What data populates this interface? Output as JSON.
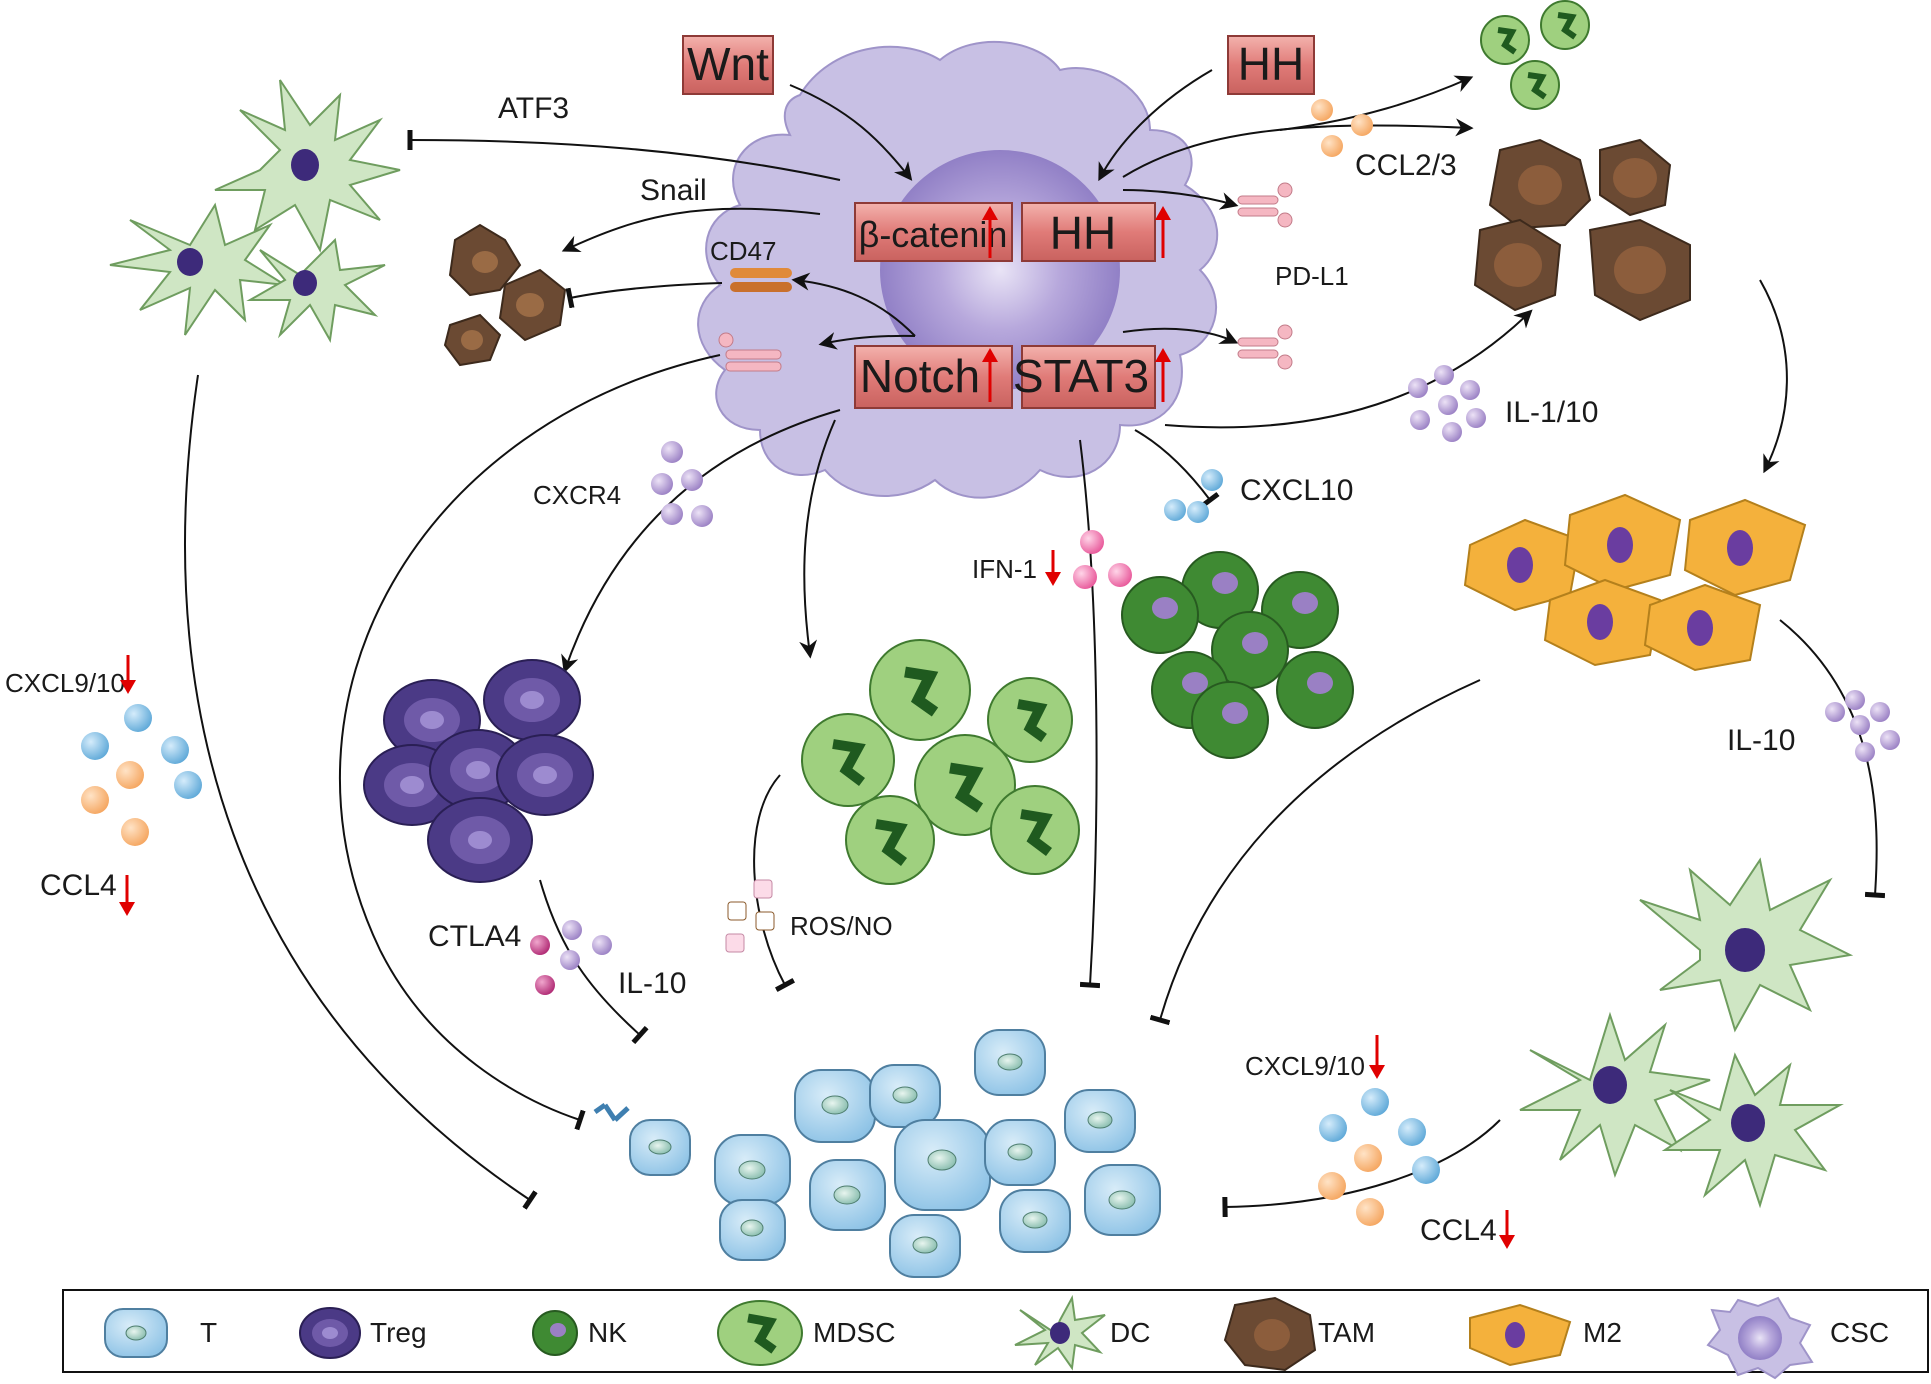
{
  "pathway_boxes": {
    "wnt": "Wnt",
    "hh_top": "HH",
    "beta_catenin": "β-catenin",
    "hh_inner": "HH",
    "notch": "Notch",
    "stat3": "STAT3"
  },
  "signals": {
    "atf3": "ATF3",
    "snail": "Snail",
    "cd47": "CD47",
    "ccl2_3": "CCL2/3",
    "pd_l1": "PD-L1",
    "il_1_10": "IL-1/10",
    "cxcr4": "CXCR4",
    "cxcl10": "CXCL10",
    "ifn_1": "IFN-1",
    "cxcl9_10_left": "CXCL9/10",
    "ccl4_left": "CCL4",
    "ctla4": "CTLA4",
    "il_10_treg": "IL-10",
    "ros_no": "ROS/NO",
    "il_10_m2": "IL-10",
    "cxcl9_10_right": "CXCL9/10",
    "ccl4_right": "CCL4"
  },
  "legend": [
    {
      "label": "T",
      "icon": "t-cell-icon"
    },
    {
      "label": "Treg",
      "icon": "treg-icon"
    },
    {
      "label": "NK",
      "icon": "nk-cell-icon"
    },
    {
      "label": "MDSC",
      "icon": "mdsc-icon"
    },
    {
      "label": "DC",
      "icon": "dendritic-cell-icon"
    },
    {
      "label": "TAM",
      "icon": "tam-icon"
    },
    {
      "label": "M2",
      "icon": "m2-macrophage-icon"
    },
    {
      "label": "CSC",
      "icon": "csc-icon"
    }
  ],
  "colors": {
    "box_fill": "#e07b78",
    "csc_body": "#b9b3d6",
    "t_cell": "#a9d2ec",
    "treg": "#4b3a86",
    "nk": "#3f8a33",
    "mdsc": "#9fd07f",
    "dc": "#cfe6c4",
    "tam": "#6b4a33",
    "m2": "#f4b13c",
    "up_down_arrow": "#e00000"
  }
}
